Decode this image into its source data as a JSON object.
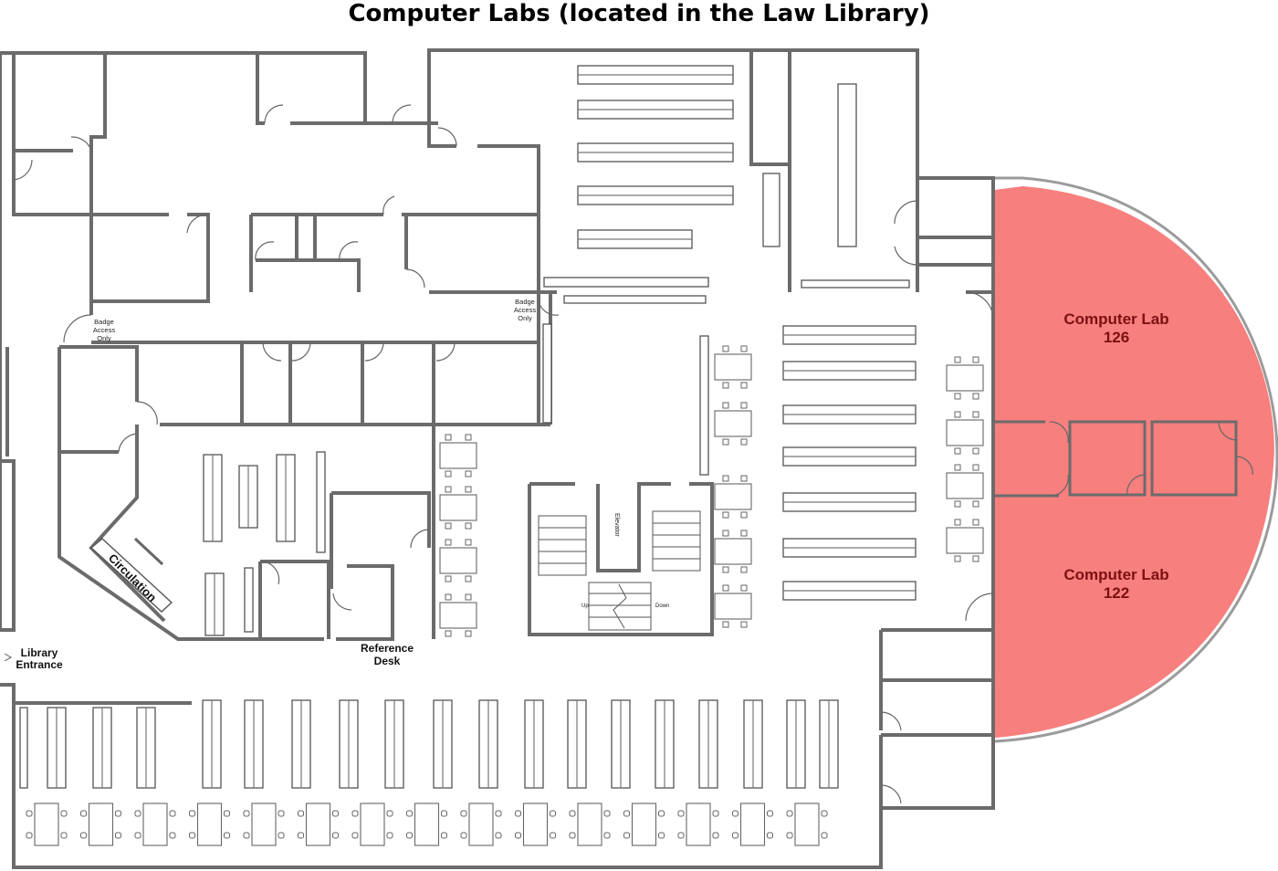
{
  "title": "Computer Labs (located in the Law Library)",
  "highlight_color": "#f77f7d",
  "labels": {
    "lab_126_line1": "Computer Lab",
    "lab_126_line2": "126",
    "lab_122_line1": "Computer Lab",
    "lab_122_line2": "122",
    "circulation": "Circulation",
    "reference_line1": "Reference",
    "reference_line2": "Desk",
    "entrance_line1": "Library",
    "entrance_line2": "Entrance",
    "badge_left": [
      "Badge",
      "Access",
      "Only"
    ],
    "badge_center": [
      "Badge",
      "Access",
      "Only"
    ],
    "elevator": "Elevator",
    "up": "Up",
    "down": "Down"
  }
}
